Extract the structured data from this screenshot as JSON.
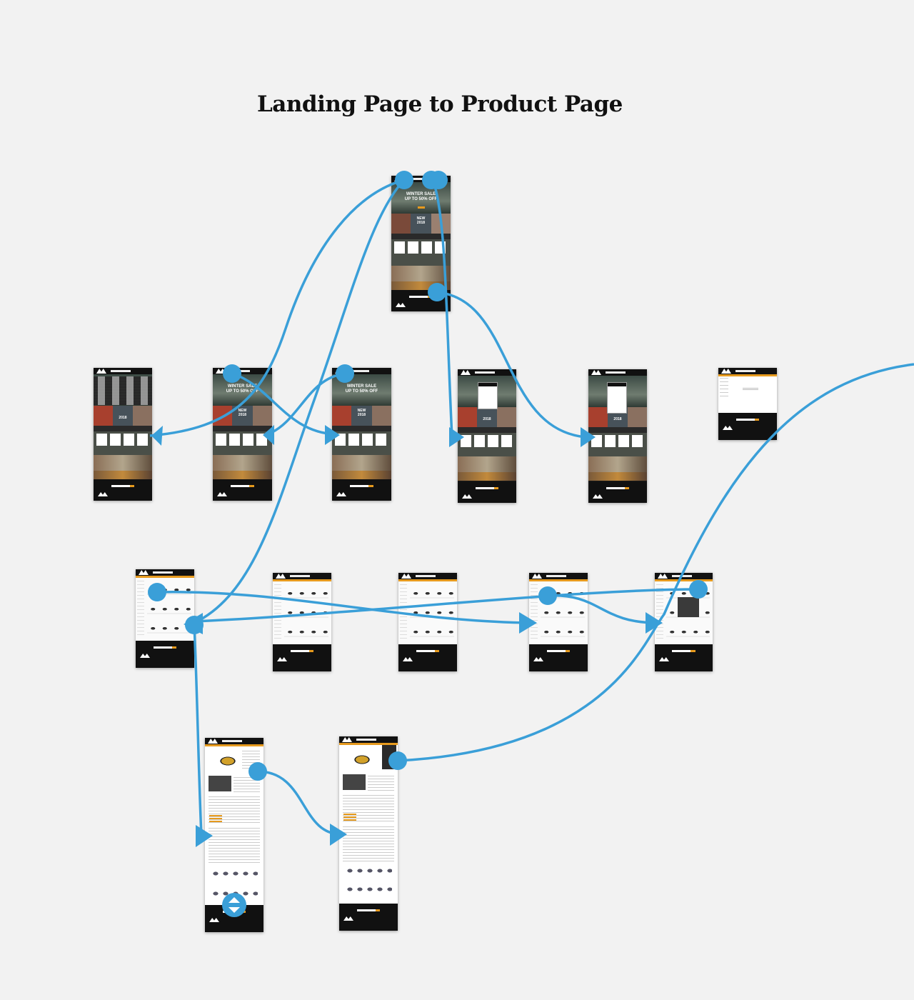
{
  "canvas": {
    "background": "#f2f2f2",
    "title": "Landing Page to Product Page"
  },
  "screens": [
    {
      "name": "landing-page",
      "hero_text": "WINTER SALE\nUP TO 50% OFF",
      "promo_text": "NEW\n2018"
    },
    {
      "name": "landing-menu-open",
      "promo_text": "2018"
    },
    {
      "name": "landing-page-variant-a",
      "hero_text": "WINTER SALE\nUP TO 50% OFF",
      "promo_text": "NEW\n2018"
    },
    {
      "name": "landing-page-variant-b",
      "hero_text": "WINTER SALE\nUP TO 50% OFF",
      "promo_text": "NEW\n2018"
    },
    {
      "name": "landing-login-modal",
      "promo_text": "2018"
    },
    {
      "name": "landing-register-modal",
      "promo_text": "2018"
    },
    {
      "name": "empty-results-page"
    },
    {
      "name": "product-list-a"
    },
    {
      "name": "product-list-b"
    },
    {
      "name": "product-list-c"
    },
    {
      "name": "product-list-d"
    },
    {
      "name": "product-list-menu"
    },
    {
      "name": "product-page"
    },
    {
      "name": "product-page-variant"
    }
  ],
  "colors": {
    "connector": "#3a9fd8",
    "accent": "#e69a1e",
    "frame_dark": "#111111"
  }
}
